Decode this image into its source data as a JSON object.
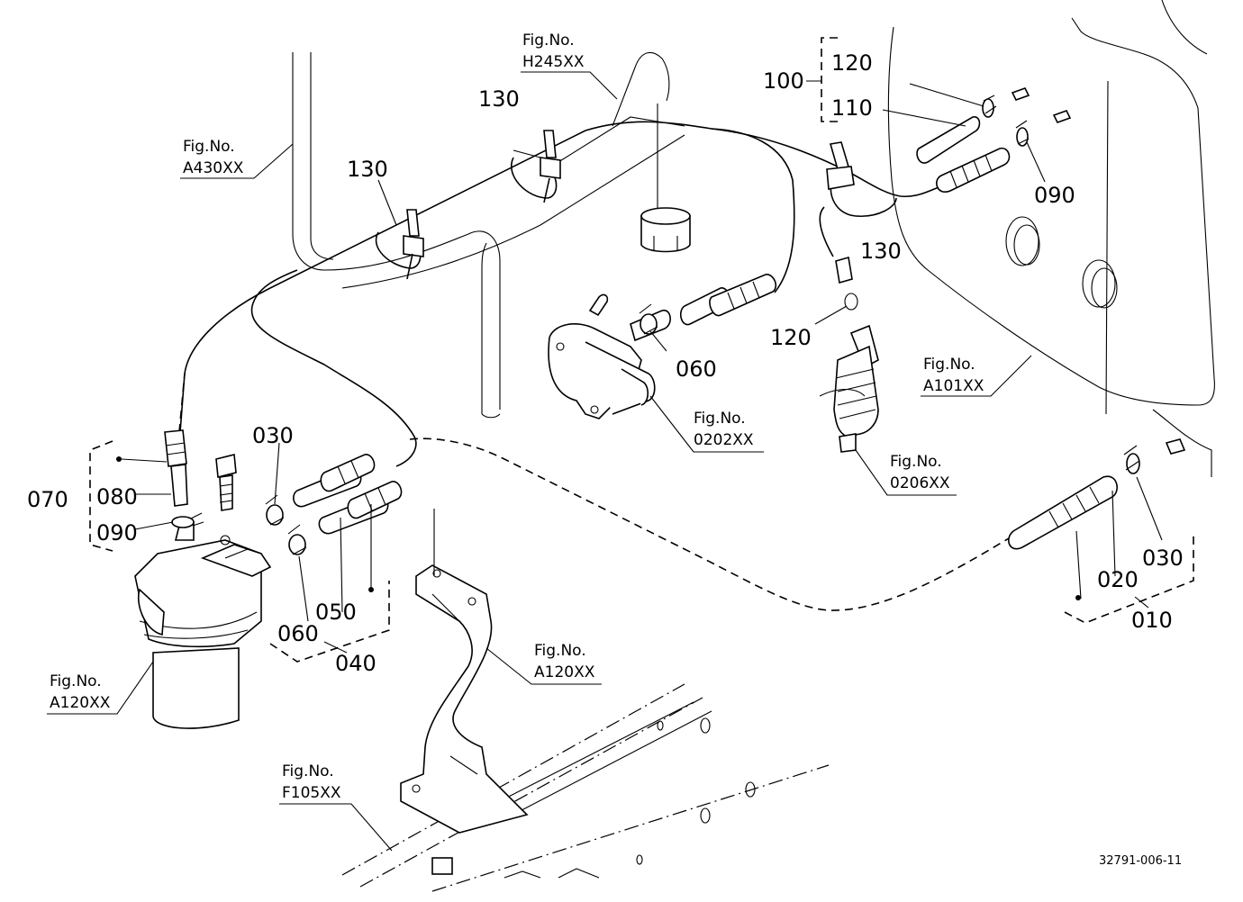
{
  "diagram": {
    "drawing_code": "32791-006-11",
    "callouts": {
      "c010": "010",
      "c020": "020",
      "c030_right": "030",
      "c030_left": "030",
      "c040": "040",
      "c050": "050",
      "c060_left": "060",
      "c060_pump": "060",
      "c070": "070",
      "c080": "080",
      "c090_left": "090",
      "c090_right": "090",
      "c100": "100",
      "c110": "110",
      "c120_top": "120",
      "c120_mid": "120",
      "c130_a": "130",
      "c130_b": "130",
      "c130_c": "130"
    },
    "figure_refs": {
      "h245": {
        "label": "Fig.No.",
        "code": "H245XX"
      },
      "a430": {
        "label": "Fig.No.",
        "code": "A430XX"
      },
      "a101": {
        "label": "Fig.No.",
        "code": "A101XX"
      },
      "p0202": {
        "label": "Fig.No.",
        "code": "0202XX"
      },
      "p0206": {
        "label": "Fig.No.",
        "code": "0206XX"
      },
      "a120_left": {
        "label": "Fig.No.",
        "code": "A120XX"
      },
      "a120_mid": {
        "label": "Fig.No.",
        "code": "A120XX"
      },
      "f105": {
        "label": "Fig.No.",
        "code": "F105XX"
      }
    }
  }
}
